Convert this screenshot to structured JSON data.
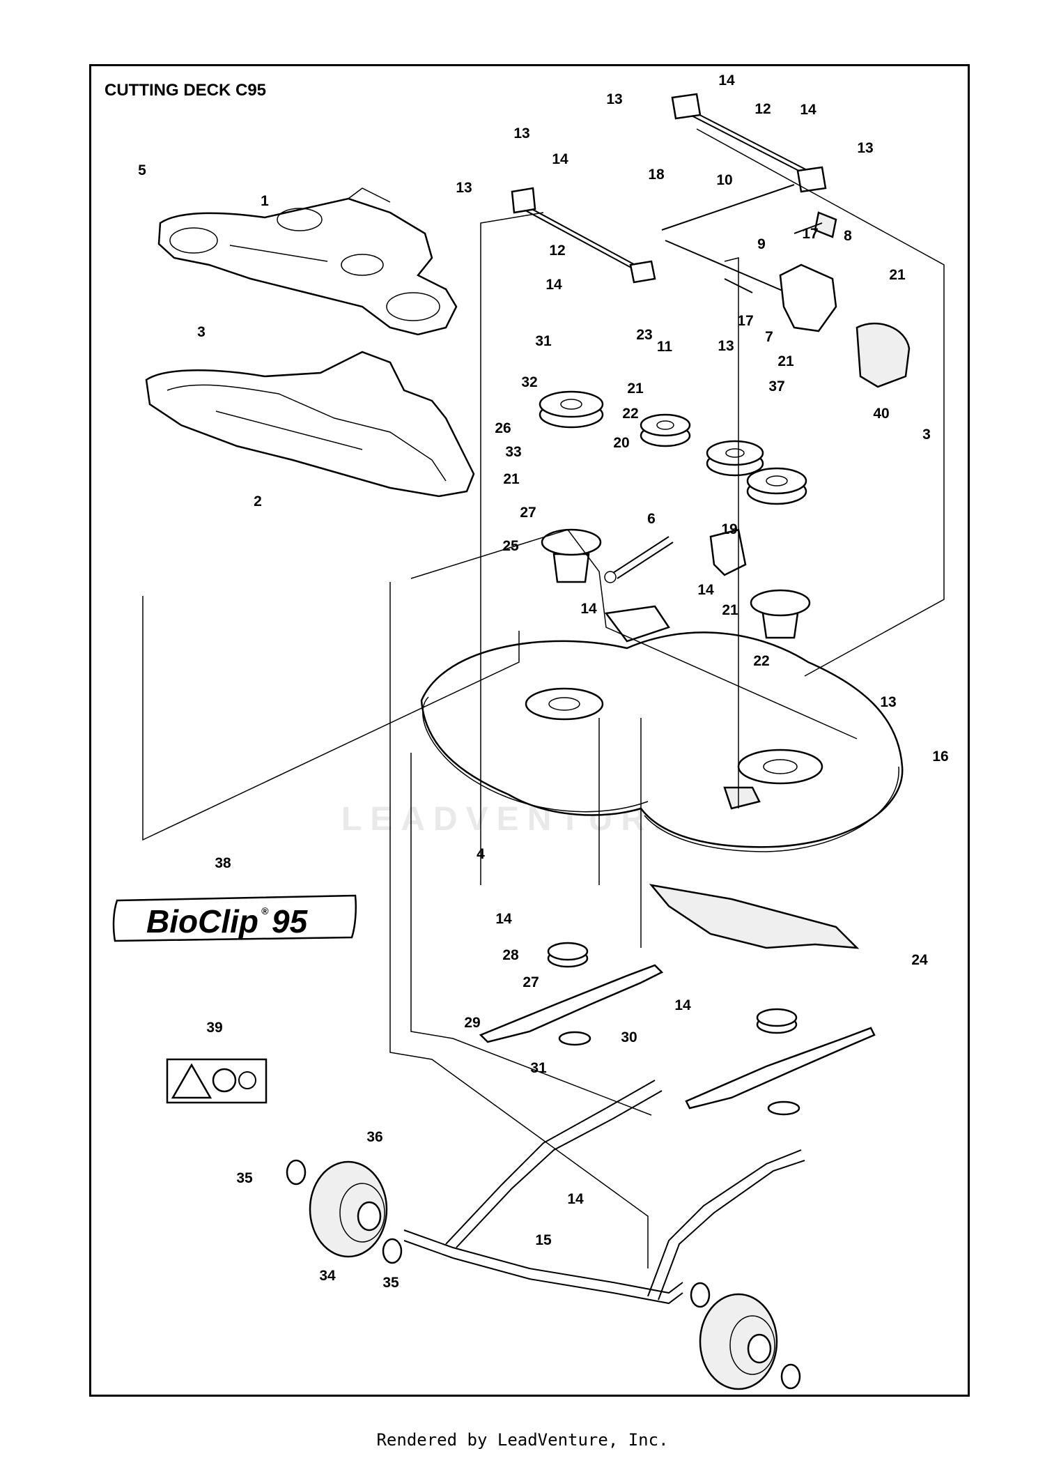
{
  "title": "CUTTING DECK C95",
  "footer": "Rendered by LeadVenture, Inc.",
  "watermark": "LEADVENTURE",
  "badge": {
    "brand": "BioClip",
    "model": "95",
    "reg": "®"
  },
  "labels": [
    {
      "text": "14"
    },
    {
      "text": "13"
    },
    {
      "text": "12"
    },
    {
      "text": "14"
    },
    {
      "text": "13"
    },
    {
      "text": "13"
    },
    {
      "text": "14"
    },
    {
      "text": "13"
    },
    {
      "text": "18"
    },
    {
      "text": "10"
    },
    {
      "text": "5"
    },
    {
      "text": "1"
    },
    {
      "text": "17"
    },
    {
      "text": "8"
    },
    {
      "text": "12"
    },
    {
      "text": "9"
    },
    {
      "text": "14"
    },
    {
      "text": "21"
    },
    {
      "text": "17"
    },
    {
      "text": "23"
    },
    {
      "text": "11"
    },
    {
      "text": "13"
    },
    {
      "text": "7"
    },
    {
      "text": "3"
    },
    {
      "text": "31"
    },
    {
      "text": "21"
    },
    {
      "text": "32"
    },
    {
      "text": "21"
    },
    {
      "text": "37"
    },
    {
      "text": "22"
    },
    {
      "text": "40"
    },
    {
      "text": "26"
    },
    {
      "text": "20"
    },
    {
      "text": "3"
    },
    {
      "text": "33"
    },
    {
      "text": "21"
    },
    {
      "text": "2"
    },
    {
      "text": "27"
    },
    {
      "text": "6"
    },
    {
      "text": "19"
    },
    {
      "text": "25"
    },
    {
      "text": "14"
    },
    {
      "text": "14"
    },
    {
      "text": "21"
    },
    {
      "text": "22"
    },
    {
      "text": "13"
    },
    {
      "text": "16"
    },
    {
      "text": "38"
    },
    {
      "text": "4"
    },
    {
      "text": "14"
    },
    {
      "text": "28"
    },
    {
      "text": "24"
    },
    {
      "text": "27"
    },
    {
      "text": "14"
    },
    {
      "text": "39"
    },
    {
      "text": "29"
    },
    {
      "text": "30"
    },
    {
      "text": "31"
    },
    {
      "text": "36"
    },
    {
      "text": "35"
    },
    {
      "text": "14"
    },
    {
      "text": "15"
    },
    {
      "text": "34"
    },
    {
      "text": "35"
    }
  ]
}
